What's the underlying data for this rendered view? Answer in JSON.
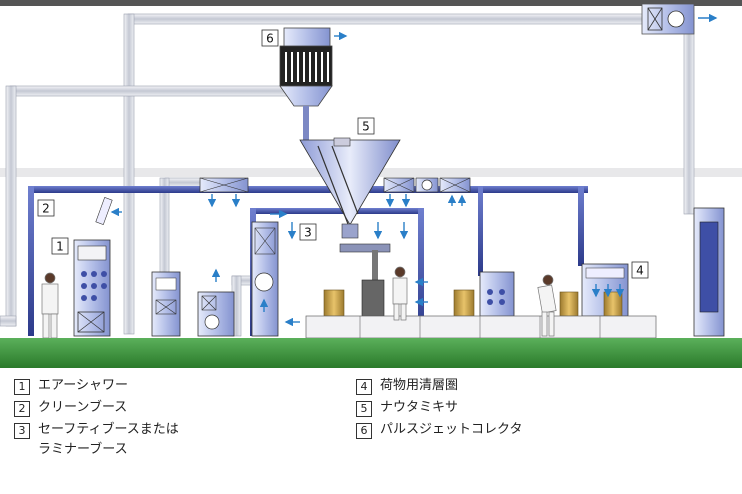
{
  "callouts": [
    "1",
    "2",
    "3",
    "4",
    "5",
    "6"
  ],
  "legend": [
    {
      "num": "1",
      "text": "エアーシャワー"
    },
    {
      "num": "2",
      "text": "クリーンブース"
    },
    {
      "num": "3",
      "text": "セーフティブースまたは\nラミナーブース"
    },
    {
      "num": "4",
      "text": "荷物用清層圏"
    },
    {
      "num": "5",
      "text": "ナウタミキサ"
    },
    {
      "num": "6",
      "text": "パルスジェットコレクタ"
    }
  ],
  "colors": {
    "duct": "#c9ccd6",
    "frame": "#3e4fa6",
    "equipment": "#b8c2e6",
    "floor": "#3a8f3a",
    "airflow_arrow": "#2a7fc8",
    "drum": "#c8a04a"
  }
}
